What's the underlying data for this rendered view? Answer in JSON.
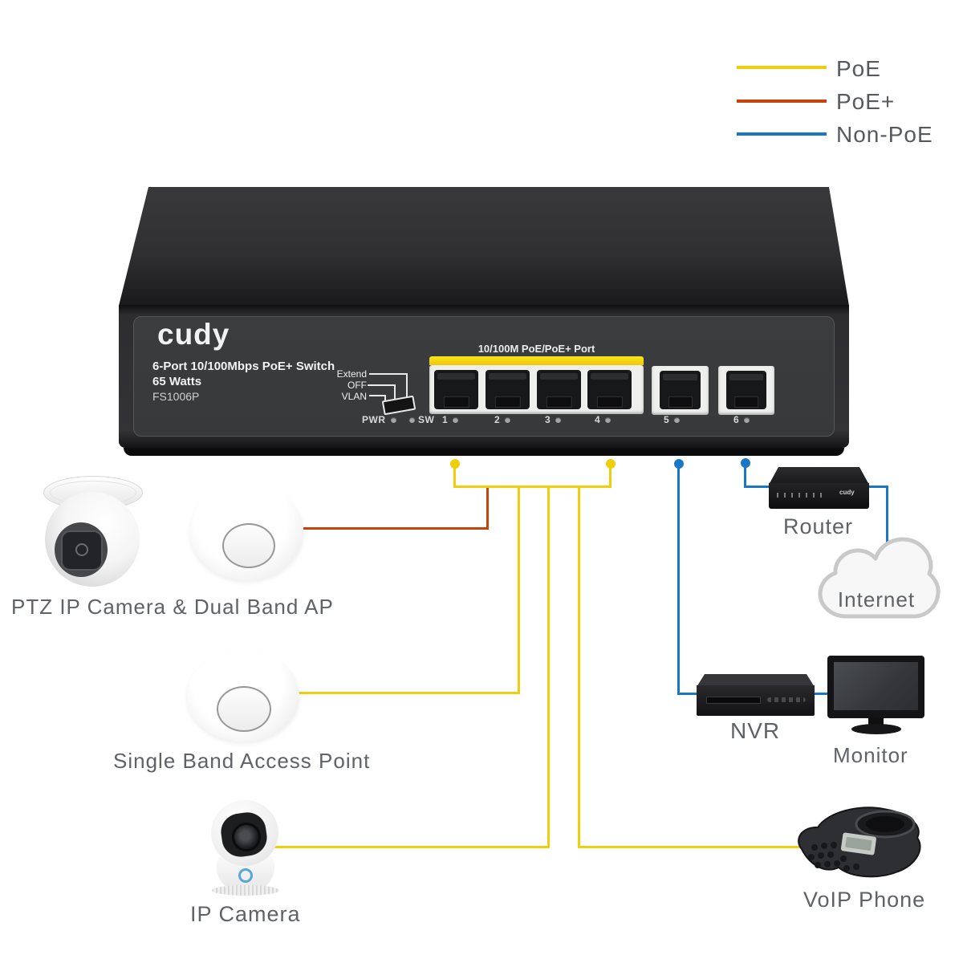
{
  "legend": {
    "items": [
      {
        "label": "PoE",
        "color": "#EFCE0B"
      },
      {
        "label": "PoE+",
        "color": "#C7430A"
      },
      {
        "label": "Non-PoE",
        "color": "#1B76C7"
      }
    ]
  },
  "switch_device": {
    "brand": "cudy",
    "title": "6-Port 10/100Mbps PoE+ Switch",
    "watts": "65 Watts",
    "model": "FS1006P",
    "dip_labels": [
      "Extend",
      "OFF",
      "VLAN"
    ],
    "pwr_label": "PWR",
    "sw_label": "SW",
    "poe_group_label": "10/100M PoE/PoE+ Port",
    "ports": [
      "1",
      "2",
      "3",
      "4",
      "5",
      "6"
    ]
  },
  "devices": {
    "ptz_ap": "PTZ IP Camera & Dual Band AP",
    "single_ap": "Single Band Access Point",
    "ip_camera": "IP Camera",
    "router": "Router",
    "router_brand": "cudy",
    "internet": "Internet",
    "nvr": "NVR",
    "monitor": "Monitor",
    "voip": "VoIP Phone"
  },
  "connections": [
    {
      "from": "port-1",
      "to": "poe-bus",
      "type": "PoE"
    },
    {
      "from": "port-4",
      "to": "poe-bus",
      "type": "PoE"
    },
    {
      "from": "poe-bus",
      "to": "dual-band-ap",
      "type": "PoE+"
    },
    {
      "from": "poe-bus",
      "to": "single-band-ap",
      "type": "PoE"
    },
    {
      "from": "poe-bus",
      "to": "ip-camera",
      "type": "PoE"
    },
    {
      "from": "poe-bus",
      "to": "voip-phone",
      "type": "PoE"
    },
    {
      "from": "port-5",
      "to": "nvr",
      "type": "Non-PoE"
    },
    {
      "from": "nvr",
      "to": "monitor",
      "type": "Non-PoE"
    },
    {
      "from": "port-6",
      "to": "router",
      "type": "Non-PoE"
    },
    {
      "from": "router",
      "to": "internet",
      "type": "Non-PoE"
    }
  ]
}
